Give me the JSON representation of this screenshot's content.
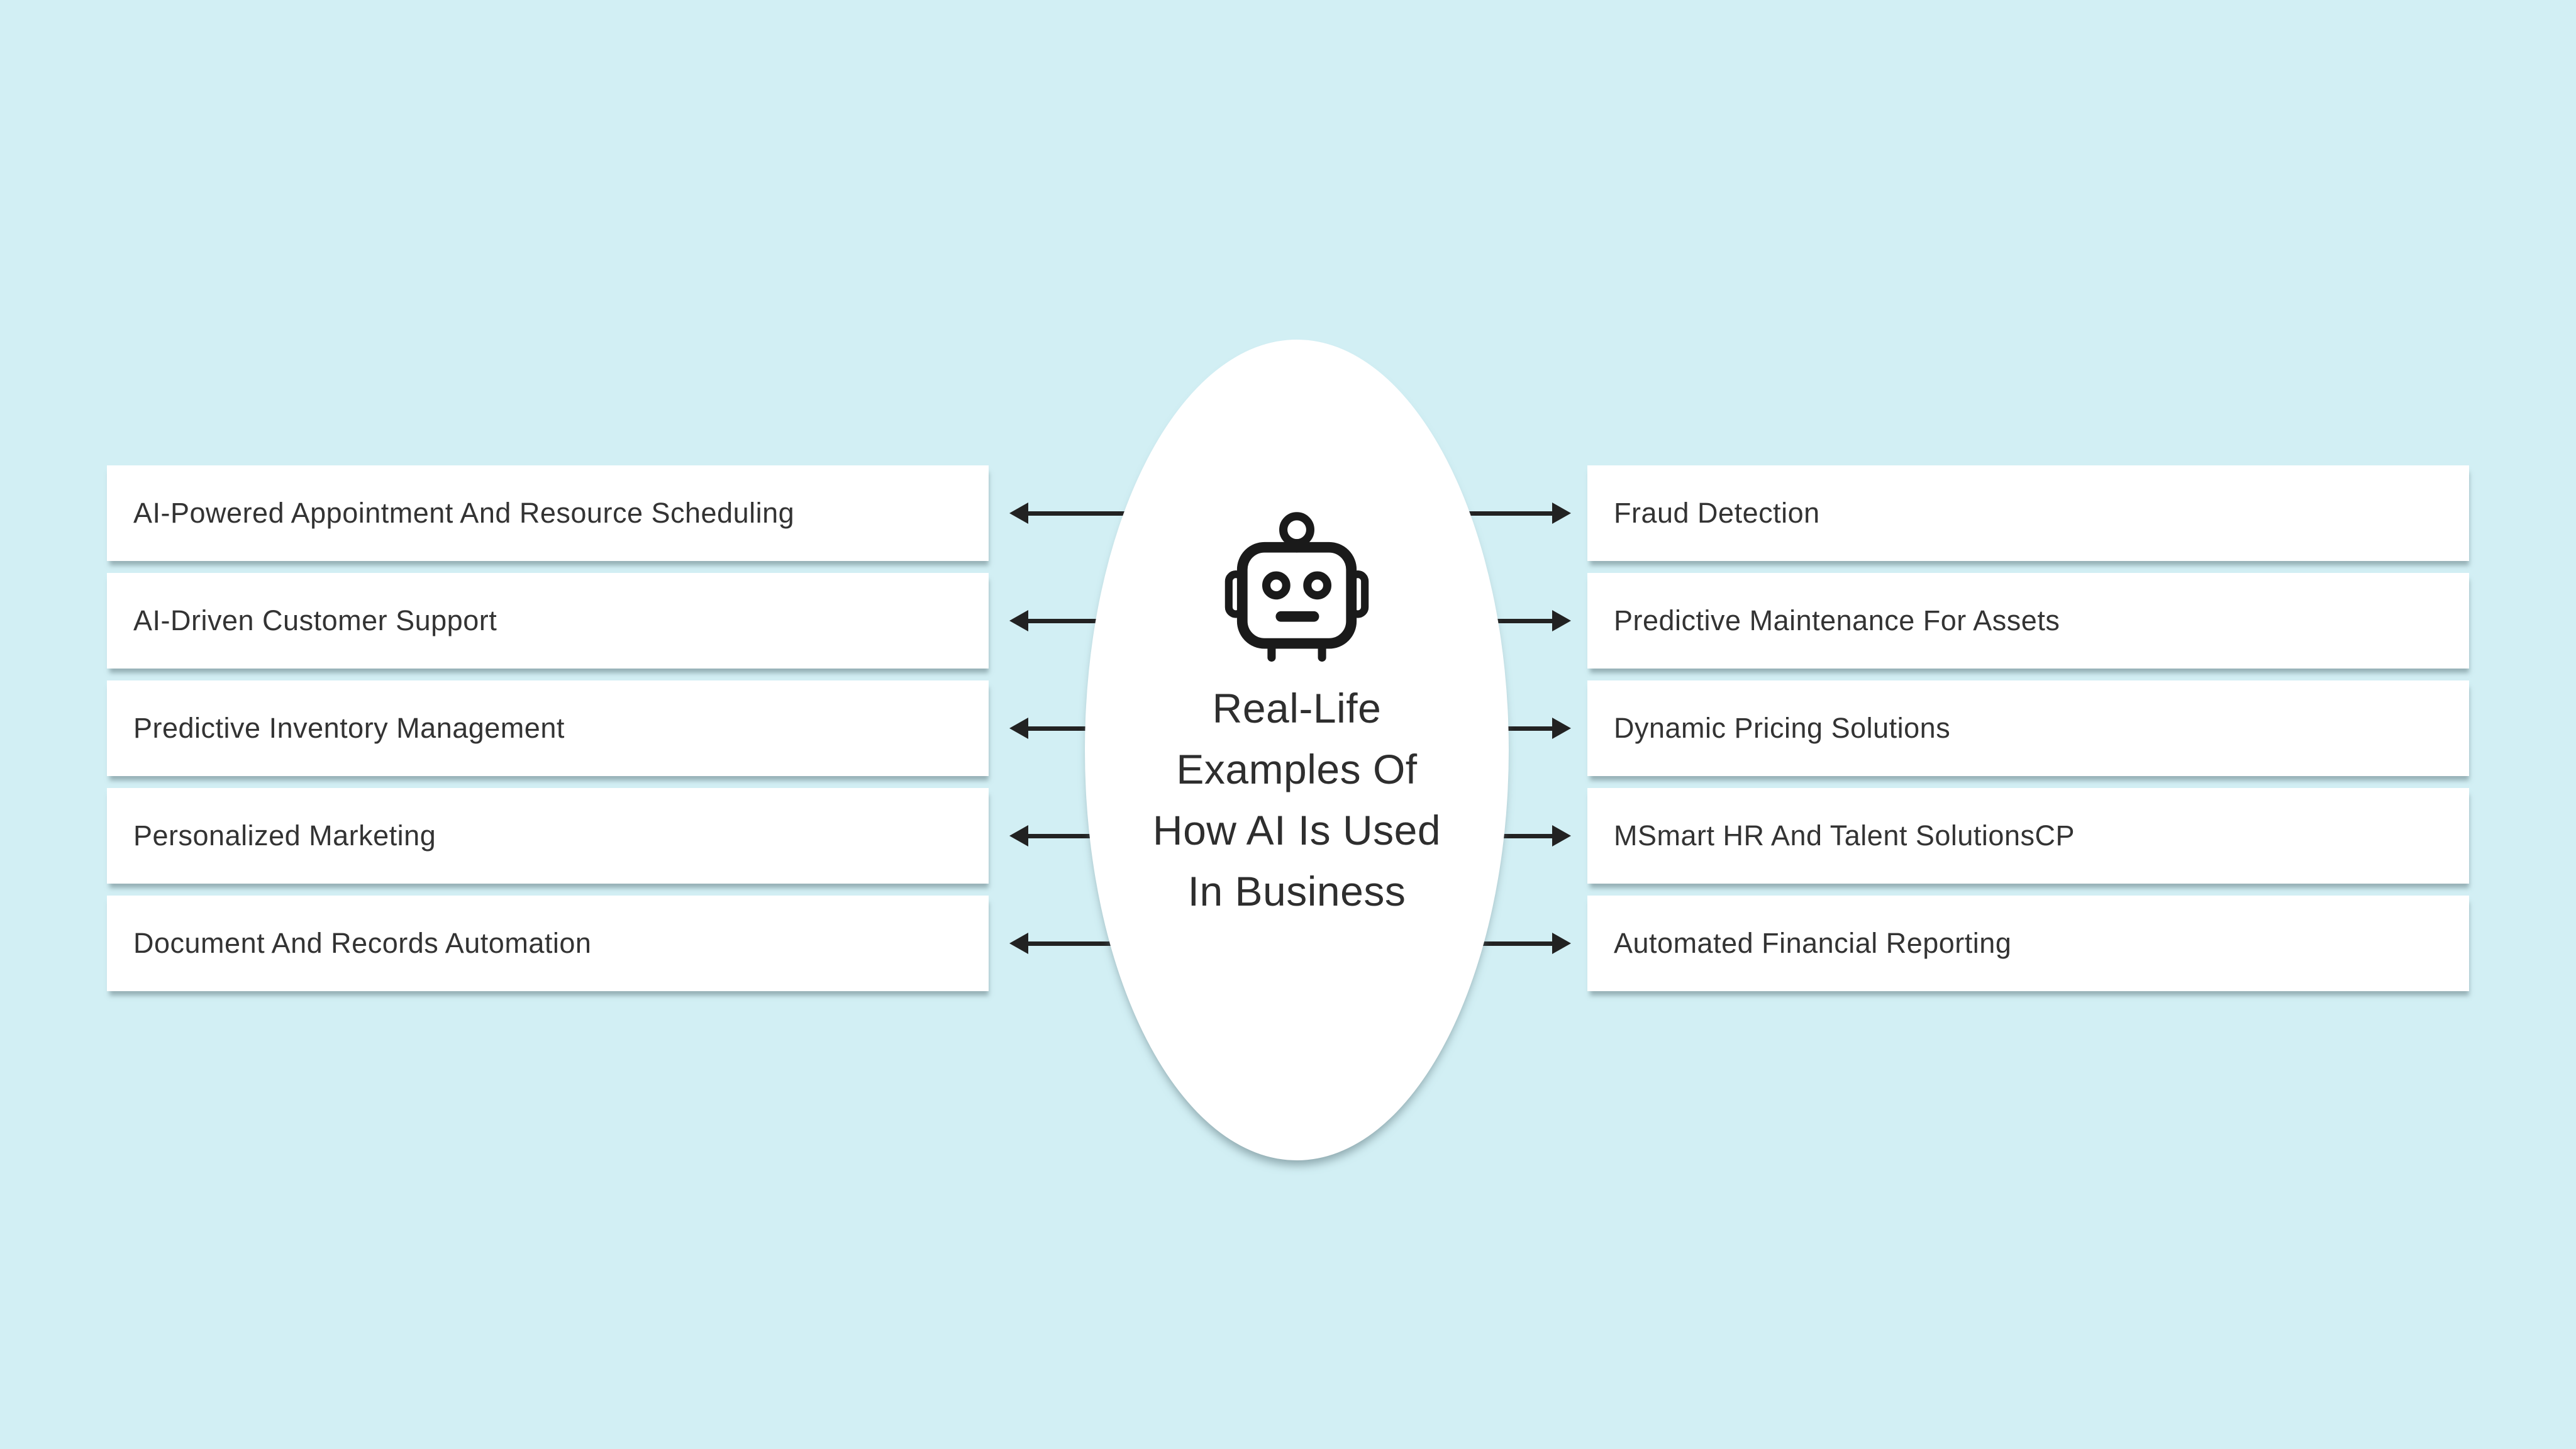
{
  "title": {
    "text": "Real-Life Examples Of How AI Is Used In Business",
    "lines": [
      "Real-Life",
      "Examples Of",
      "How AI Is Used",
      "In Business"
    ]
  },
  "center_icon": "robot-icon",
  "left_items": [
    {
      "label": "AI-Powered Appointment And Resource Scheduling"
    },
    {
      "label": "AI-Driven Customer Support"
    },
    {
      "label": "Predictive Inventory Management"
    },
    {
      "label": "Personalized Marketing"
    },
    {
      "label": "Document And Records Automation"
    }
  ],
  "right_items": [
    {
      "label": "Fraud Detection"
    },
    {
      "label": "Predictive Maintenance For Assets"
    },
    {
      "label": "Dynamic Pricing Solutions"
    },
    {
      "label": "MSmart HR And Talent SolutionsCP"
    },
    {
      "label": "Automated Financial Reporting"
    }
  ],
  "colors": {
    "background": "#d2eff4",
    "card_background": "#ffffff",
    "ellipse_background": "#ffffff",
    "arrow": "#222222",
    "card_text": "#333333",
    "title_text": "#2e2e2e"
  }
}
